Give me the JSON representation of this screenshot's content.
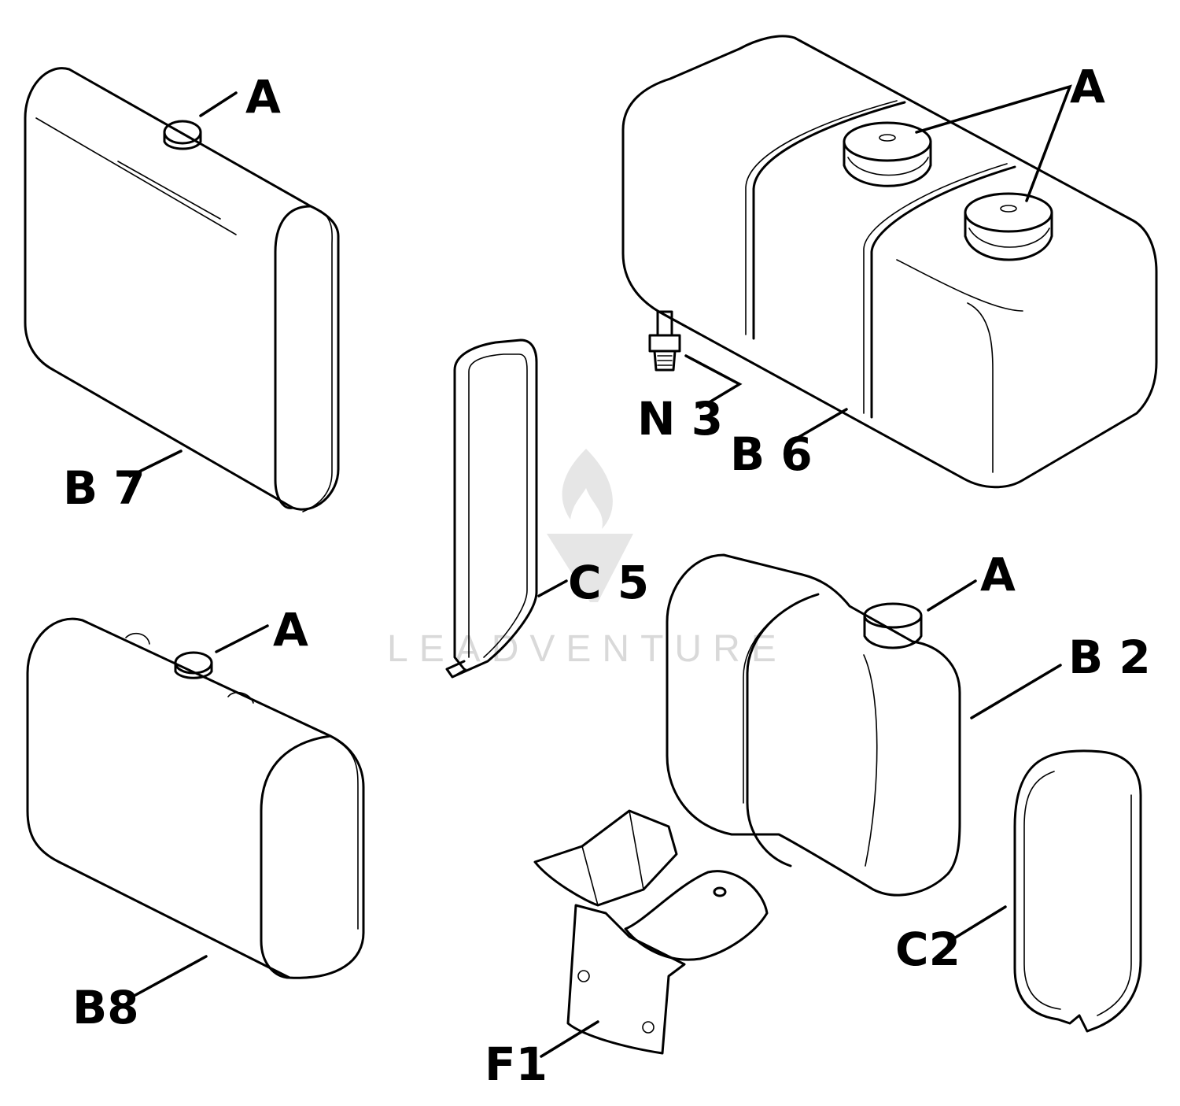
{
  "labels": {
    "a1": "A",
    "a2": "A",
    "a3": "A",
    "a4": "A",
    "b7": "B 7",
    "b6": "B 6",
    "n3": "N 3",
    "c5": "C 5",
    "b8": "B8",
    "b2": "B 2",
    "c2": "C2",
    "f1": "F1"
  },
  "watermark": {
    "text": "LEADVENTURE"
  }
}
